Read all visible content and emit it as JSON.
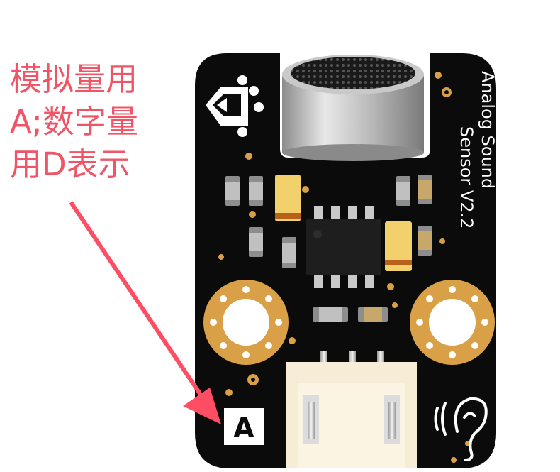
{
  "annotation": {
    "lines": [
      "模拟量用",
      "A;数字量",
      "用D表示"
    ],
    "color": "#ef5566"
  },
  "board": {
    "silkscreen_name_line1": "Analog Sound",
    "silkscreen_name_line2": "Sensor V2.2",
    "pin_label": "A",
    "pcb_color": "#0b0b0b",
    "pad_color": "#d9a047",
    "connector_color": "#f7edd6",
    "logo": "dfrobot-logo-icon",
    "hearing_icon": "ear-sound-icon"
  },
  "arrow": {
    "color": "#ff4d63",
    "meaning": "points from annotation to pin-label"
  }
}
